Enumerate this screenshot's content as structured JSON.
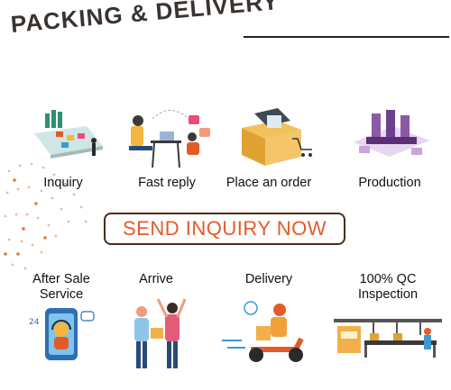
{
  "header": {
    "title": "PACKING & DELIVERY"
  },
  "steps_top": [
    {
      "label": "Inquiry",
      "icon": "laptop-shop-icon"
    },
    {
      "label": "Fast reply",
      "icon": "chat-desk-icon"
    },
    {
      "label": "Place an order",
      "icon": "box-cart-icon"
    },
    {
      "label": "Production",
      "icon": "factory-machine-icon"
    }
  ],
  "cta": {
    "label": "SEND INQUIRY NOW",
    "text_color": "#e45b2a",
    "border_color": "#4a2d1c"
  },
  "steps_bottom": [
    {
      "label": "After Sale\nService",
      "icon": "support-agent-icon"
    },
    {
      "label": "Arrive",
      "icon": "package-handover-icon"
    },
    {
      "label": "Delivery",
      "icon": "scooter-courier-icon"
    },
    {
      "label": "100% QC\nInspection",
      "icon": "assembly-line-icon"
    }
  ]
}
